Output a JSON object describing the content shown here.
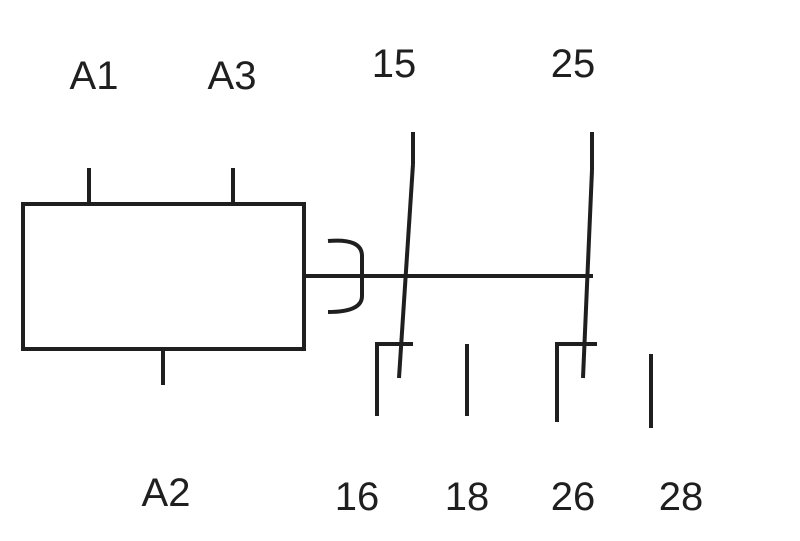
{
  "terminals": {
    "a1": "A1",
    "a3": "A3",
    "a2": "A2",
    "t15": "15",
    "t25": "25",
    "t16": "16",
    "t18": "18",
    "t26": "26",
    "t28": "28"
  },
  "colors": {
    "line": "#1f1f1f",
    "background": "#ffffff"
  }
}
